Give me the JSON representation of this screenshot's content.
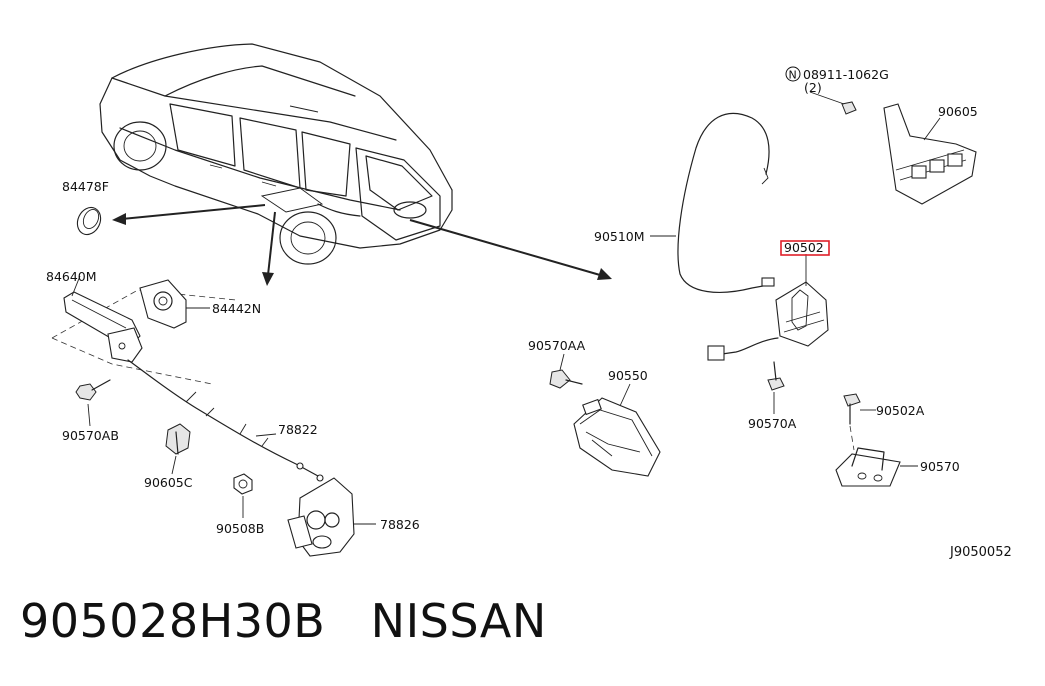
{
  "labels": {
    "p84478F": "84478F",
    "p84640M": "84640M",
    "p84442N": "84442N",
    "p90570AB": "90570AB",
    "p90605C": "90605C",
    "p90508B": "90508B",
    "p78822": "78822",
    "p78826": "78826",
    "p90570AA": "90570AA",
    "p90550": "90550",
    "p90510M": "90510M",
    "p90502": "90502",
    "p90570A": "90570A",
    "p90502A": "90502A",
    "p90570": "90570",
    "p90605": "90605",
    "nut_symbol": "N",
    "nut_part": "08911-1062G",
    "nut_qty": "(2)",
    "diagram_id": "J9050052"
  },
  "highlight": {
    "part": "90502",
    "color": "#e0202a"
  },
  "caption": {
    "part_number": "905028H30B",
    "brand": "NISSAN"
  }
}
